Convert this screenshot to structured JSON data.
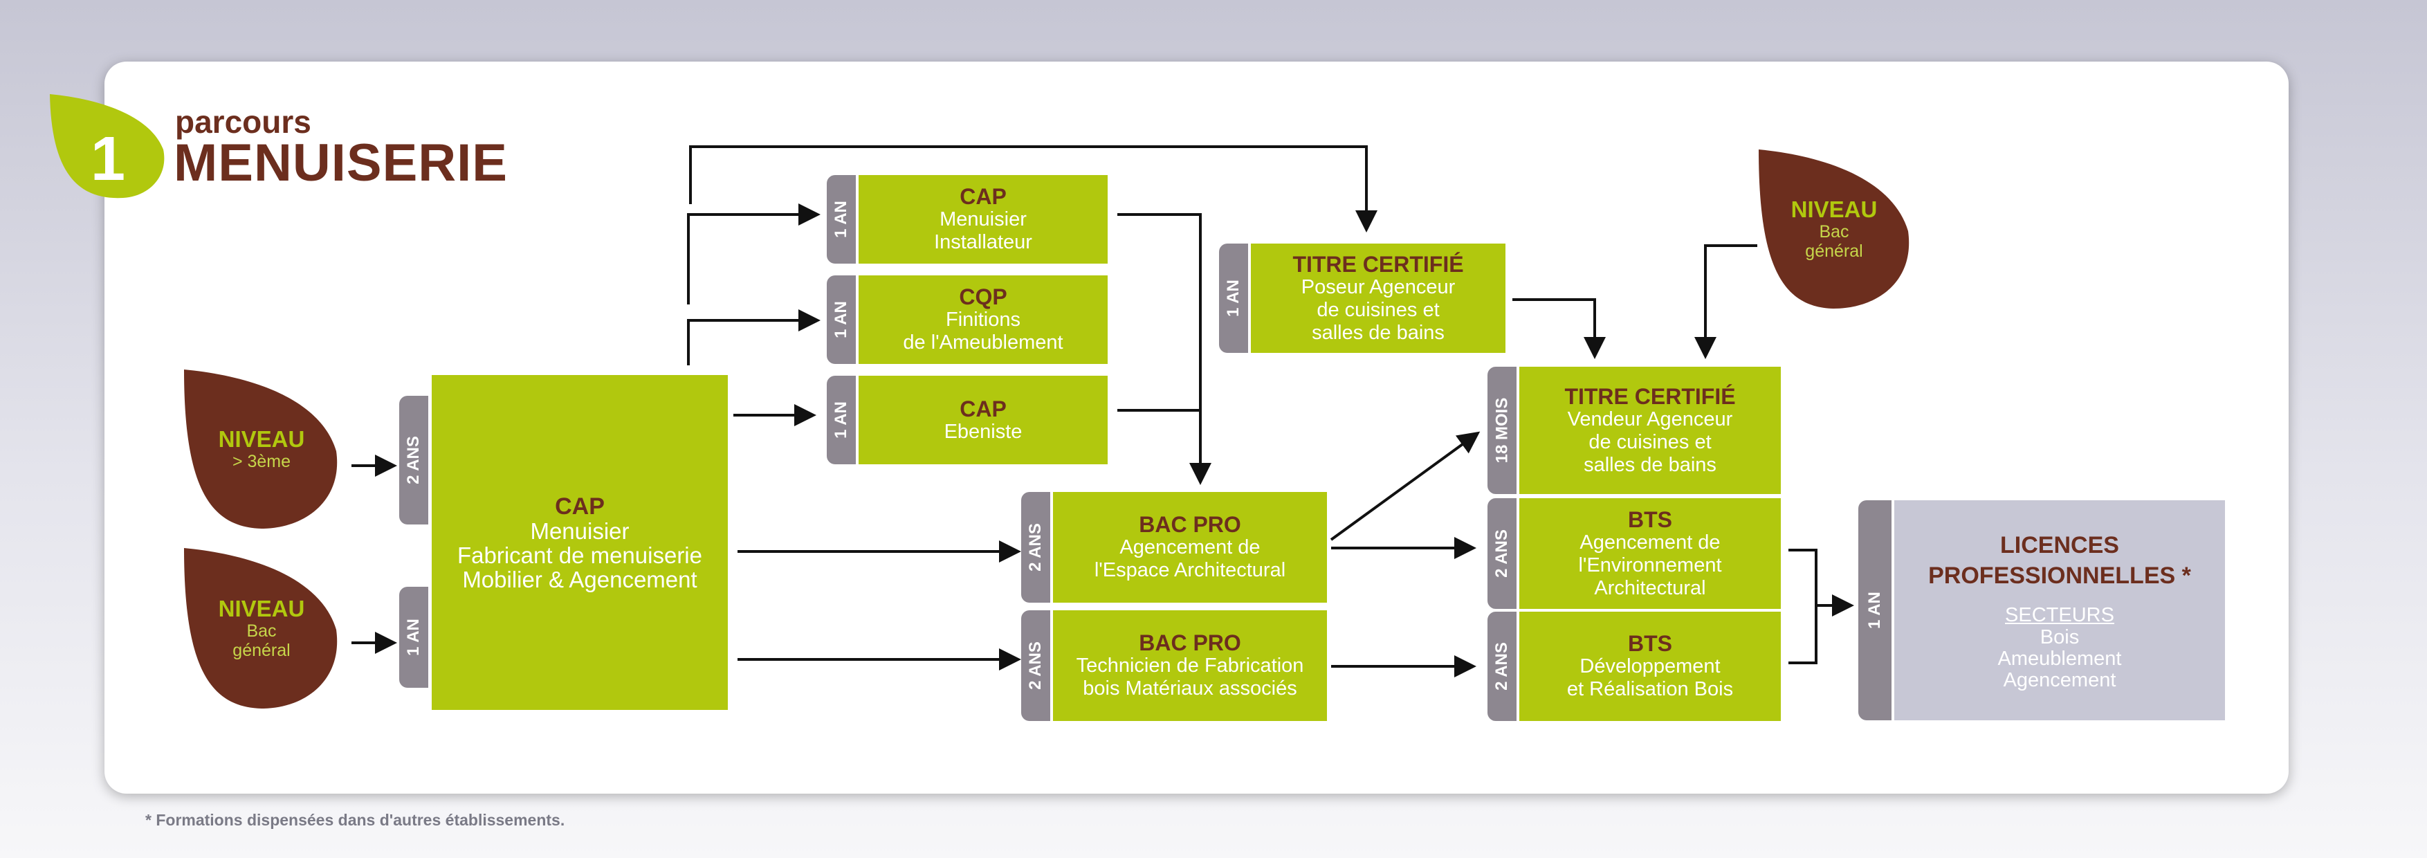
{
  "header": {
    "number": "1",
    "small": "parcours",
    "big": "MENUISERIE"
  },
  "entries": {
    "n3": {
      "title": "NIVEAU",
      "sub": "> 3ème"
    },
    "bac1": {
      "title": "NIVEAU",
      "sub1": "Bac",
      "sub2": "général"
    },
    "bac2": {
      "title": "NIVEAU",
      "sub1": "Bac",
      "sub2": "général"
    }
  },
  "durations": {
    "cap_main_2": "2 ANS",
    "cap_main_1": "1 AN",
    "cap_inst": "1 AN",
    "cqp": "1 AN",
    "cap_eben": "1 AN",
    "titre_poseur": "1 AN",
    "bacpro_agenc": "2 ANS",
    "bacpro_tech": "2 ANS",
    "titre_vendeur": "18 MOIS",
    "bts_agenc": "2 ANS",
    "bts_dev": "2 ANS",
    "licences": "1 AN"
  },
  "boxes": {
    "cap_main": {
      "title": "CAP",
      "l1": "Menuisier",
      "l2": "Fabricant de menuiserie",
      "l3": "Mobilier & Agencement"
    },
    "cap_inst": {
      "title": "CAP",
      "l1": "Menuisier",
      "l2": "Installateur"
    },
    "cqp": {
      "title": "CQP",
      "l1": "Finitions",
      "l2": "de l'Ameublement"
    },
    "cap_eben": {
      "title": "CAP",
      "l1": "Ebeniste"
    },
    "titre_poseur": {
      "title": "TITRE CERTIFIÉ",
      "l1": "Poseur Agenceur",
      "l2": "de cuisines et",
      "l3": "salles de bains"
    },
    "bacpro_agenc": {
      "title": "BAC PRO",
      "l1": "Agencement de",
      "l2": "l'Espace Architectural"
    },
    "bacpro_tech": {
      "title": "BAC PRO",
      "l1": "Technicien de Fabrication",
      "l2": "bois Matériaux associés"
    },
    "titre_vendeur": {
      "title": "TITRE CERTIFIÉ",
      "l1": "Vendeur Agenceur",
      "l2": "de cuisines et",
      "l3": "salles de bains"
    },
    "bts_agenc": {
      "title": "BTS",
      "l1": "Agencement de",
      "l2": "l'Environnement",
      "l3": "Architectural"
    },
    "bts_dev": {
      "title": "BTS",
      "l1": "Développement",
      "l2": "et Réalisation Bois"
    }
  },
  "licences": {
    "l1": "LICENCES",
    "l2": "PROFESSIONNELLES  *",
    "sectors_label": "SECTEURS",
    "sectors": [
      "Bois",
      "Ameublement",
      "Agencement"
    ]
  },
  "footnote": "*  Formations dispensées dans d'autres établissements.",
  "colors": {
    "green": "#b1c80e",
    "brown": "#6c2e1e",
    "grey": "#8d8790",
    "licence_bg": "#c7c7d5"
  }
}
